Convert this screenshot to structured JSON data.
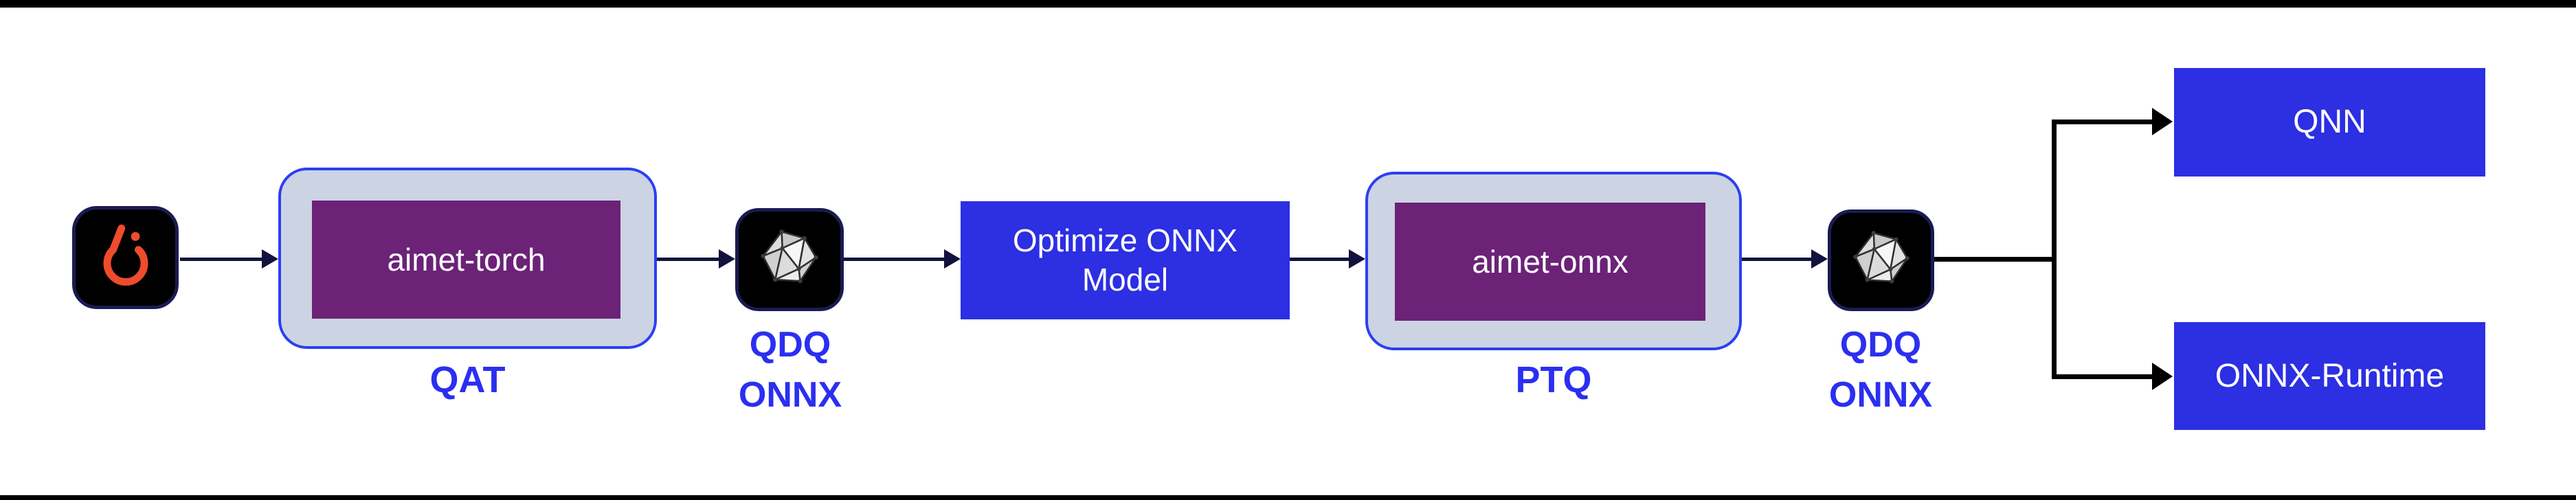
{
  "colors": {
    "background": "#ffffff",
    "frame_bar": "#000000",
    "node_blue": "#2c2fe2",
    "container_fill": "#ccd3e2",
    "container_border": "#2b3ff2",
    "inner_purple": "#6b2277",
    "caption_blue": "#2b2ff0",
    "arrow_navy": "#12123e",
    "branch_black": "#000000",
    "pytorch_orange": "#ee4c2c",
    "icon_tile_black": "#000000",
    "icon_tile_border_navy": "#1b1b52"
  },
  "icons": {
    "pytorch": "pytorch-flame-icon",
    "onnx": "onnx-polyhedron-icon"
  },
  "nodes": {
    "qat": {
      "box_label": "aimet-torch",
      "caption": "QAT"
    },
    "qdq1": {
      "caption_line1": "QDQ",
      "caption_line2": "ONNX"
    },
    "optimize": {
      "label_line1": "Optimize ONNX",
      "label_line2": "Model"
    },
    "ptq": {
      "box_label": "aimet-onnx",
      "caption": "PTQ"
    },
    "qdq2": {
      "caption_line1": "QDQ",
      "caption_line2": "ONNX"
    },
    "qnn": {
      "label": "QNN"
    },
    "onnx_runtime": {
      "label": "ONNX-Runtime"
    }
  }
}
